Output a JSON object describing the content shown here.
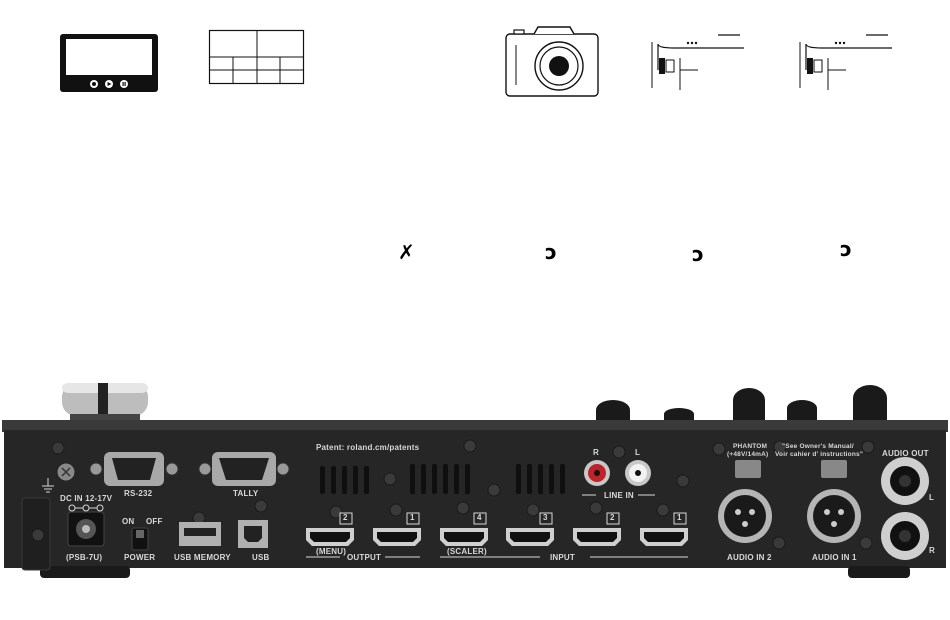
{
  "labels": {
    "patent": "Patent: roland.cm/patents",
    "rs232": "RS-232",
    "tally": "TALLY",
    "dc_in": "DC IN 12-17V",
    "psb": "(PSB-7U)",
    "on": "ON",
    "off": "OFF",
    "power": "POWER",
    "usb_memory": "USB MEMORY",
    "usb": "USB",
    "menu": "(MENU)",
    "output": "OUTPUT",
    "scaler": "(SCALER)",
    "input": "INPUT",
    "line_in": "LINE IN",
    "r": "R",
    "l": "L",
    "phantom": "PHANTOM",
    "phantom_spec": "(+48V/14mA)",
    "see_manual_1": "\"See Owner's Manual/",
    "see_manual_2": "Voir cahier d' instructions\"",
    "audio_in_2": "AUDIO IN 2",
    "audio_in_1": "AUDIO IN 1",
    "audio_out": "AUDIO OUT",
    "out_l": "L",
    "out_r": "R",
    "hdmi_out_2": "2",
    "hdmi_out_1": "1",
    "hdmi_in_4": "4",
    "hdmi_in_3": "3",
    "hdmi_in_2": "2",
    "hdmi_in_1": "1"
  },
  "colors": {
    "panel": "#262626",
    "panel_top": "#3a3a3a",
    "label": "#d8d8d8",
    "icon_stroke": "#111111"
  },
  "icons": [
    "monitor-icon",
    "multiview-icon",
    "camera-icon",
    "device-side-icon",
    "device-side-icon"
  ]
}
